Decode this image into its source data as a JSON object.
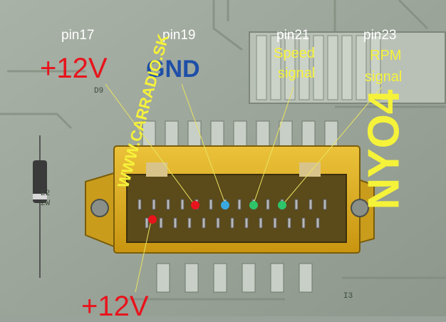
{
  "pins": [
    {
      "pin": "pin17",
      "function": "+12V"
    },
    {
      "pin": "pin19",
      "function": "GND"
    },
    {
      "pin": "pin21",
      "function_line1": "Speed",
      "function_line2": "signal"
    },
    {
      "pin": "pin23",
      "function_line1": "RPM",
      "function_line2": "signal"
    }
  ],
  "bottom_label": "+12V",
  "website": "WWW.CARRADIO.SK",
  "model": "NYO4",
  "pcb_marks": [
    "D9",
    "E2",
    "2W",
    "I3"
  ],
  "colors": {
    "red_dot": "#e8141c",
    "blue_dot": "#3aa8e0",
    "green_dot": "#2ec46a",
    "connector": "#e0b21e",
    "label_yellow": "#f5f23a"
  }
}
